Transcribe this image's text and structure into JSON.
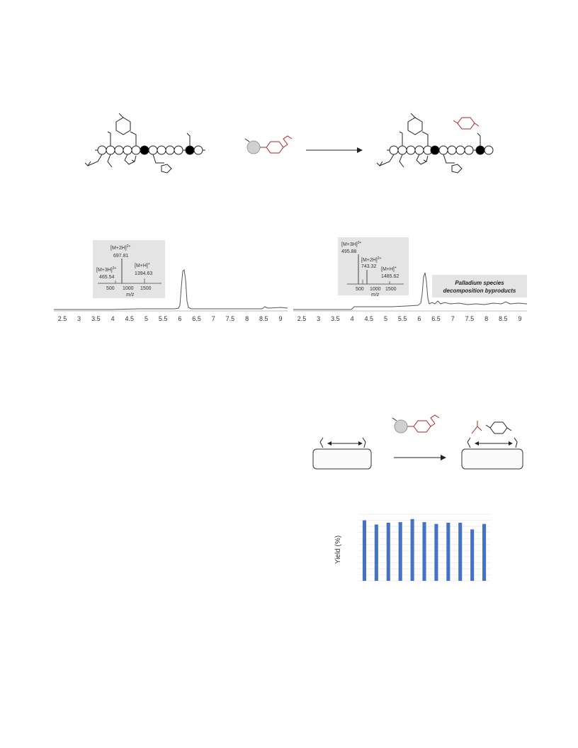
{
  "colors": {
    "trace": "#555555",
    "ms_box": "#e4e4e4",
    "red_group": "#b22222",
    "bar": "#4472c4",
    "byproduct_box": "#e4e4e4"
  },
  "scheme_top": {
    "arrow": "right-arrow-icon"
  },
  "chromatograms": [
    {
      "x_ticks": [
        "2.5",
        "3",
        "3.5",
        "4",
        "4.5",
        "5",
        "5.5",
        "6",
        "6.5",
        "7",
        "7.5",
        "8",
        "8.5",
        "9"
      ],
      "ms_inset": {
        "peak1": {
          "label": "[M+3H]",
          "charge": "3+",
          "mz": "465.54"
        },
        "peak2": {
          "label": "[M+2H]",
          "charge": "2+",
          "mz": "697.81"
        },
        "peak3": {
          "label": "[M+H]",
          "charge": "+",
          "mz": "1394.63"
        },
        "ticks": [
          "500",
          "1000",
          "1500"
        ],
        "axis_label": "m/z"
      }
    },
    {
      "x_ticks": [
        "2.5",
        "3",
        "3.5",
        "4",
        "4.5",
        "5",
        "5.5",
        "6",
        "6.5",
        "7",
        "7.5",
        "8",
        "8.5",
        "9"
      ],
      "ms_inset": {
        "peak1": {
          "label": "[M+3H]",
          "charge": "3+",
          "mz": "495.88"
        },
        "peak2": {
          "label": "[M+2H]",
          "charge": "2+",
          "mz": "743.32"
        },
        "peak3": {
          "label": "[M+H]",
          "charge": "+",
          "mz": "1485.62"
        },
        "ticks": [
          "500",
          "1000",
          "1500"
        ],
        "axis_label": "m/z"
      },
      "annotation_line1": "Palladium species",
      "annotation_line2": "decomposition byproducts"
    }
  ],
  "chart_data": {
    "type": "bar",
    "ylabel": "Yield (%)",
    "values": [
      100,
      93,
      96,
      97,
      102,
      97,
      94,
      96,
      96,
      85,
      94
    ],
    "ylim": [
      0,
      110
    ]
  }
}
